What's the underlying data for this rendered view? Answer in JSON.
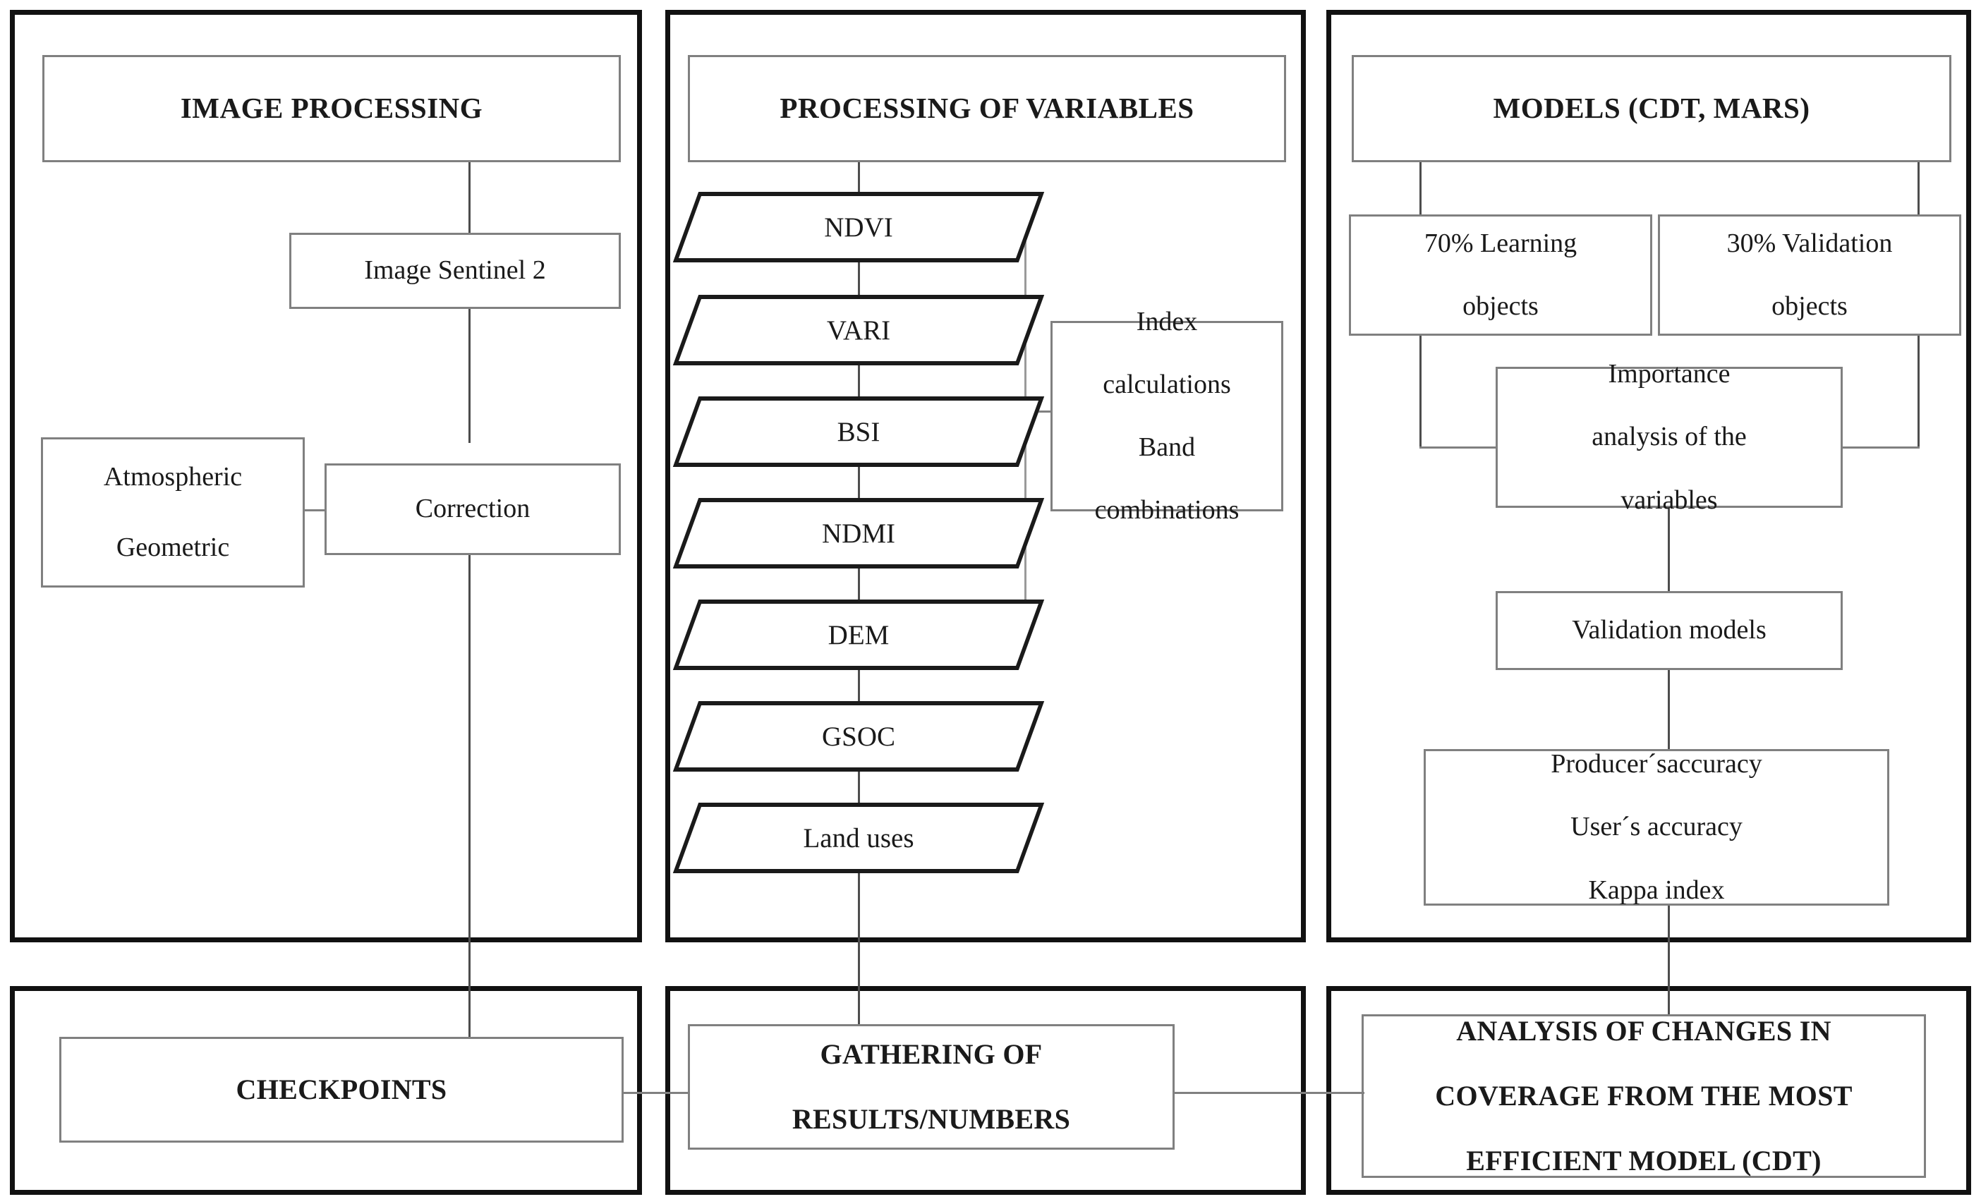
{
  "diagram": {
    "title": "Methodological flowchart",
    "panels": [
      {
        "id": "image-processing",
        "label": "IMAGE PROCESSING"
      },
      {
        "id": "processing-of-variables",
        "label": "PROCESSING OF VARIABLES"
      },
      {
        "id": "models",
        "label": "MODELS (CDT, MARS)"
      }
    ]
  },
  "image_processing": {
    "header": "IMAGE PROCESSING",
    "image_sentinel": "Image Sentinel 2",
    "correction": "Correction",
    "correction_types": {
      "line1": "Atmospheric",
      "line2": "Geometric"
    }
  },
  "processing_variables": {
    "header": "PROCESSING OF VARIABLES",
    "variables": [
      "NDVI",
      "VARI",
      "BSI",
      "NDMI",
      "DEM",
      "GSOC",
      "Land uses"
    ],
    "grouped_variables": [
      "NDVI",
      "VARI",
      "BSI",
      "NDMI"
    ],
    "index_box": {
      "line1": "Index",
      "line2": "calculations",
      "line3": "Band",
      "line4": "combinations"
    }
  },
  "models": {
    "header": "MODELS (CDT, MARS)",
    "learning_objects": {
      "line1": "70% Learning",
      "line2": "objects"
    },
    "validation_objects": {
      "line1": "30% Validation",
      "line2": "objects"
    },
    "importance_analysis": {
      "line1": "Importance",
      "line2": "analysis of the",
      "line3": "variables"
    },
    "validation_models": "Validation models",
    "accuracy_metrics": {
      "line1": "Producer´saccuracy",
      "line2": "User´s accuracy",
      "line3": "Kappa index"
    }
  },
  "bottom": {
    "checkpoints": "CHECKPOINTS",
    "gathering": {
      "line1": "GATHERING OF",
      "line2": "RESULTS/NUMBERS"
    },
    "analysis": {
      "line1": "ANALYSIS OF CHANGES IN",
      "line2": "COVERAGE FROM THE MOST",
      "line3": "EFFICIENT MODEL (CDT)"
    }
  },
  "colors": {
    "panel_border": "#111111",
    "node_border": "#808080",
    "shape_border": "#1a1a1a",
    "connector": "#4d4d4d",
    "background": "#ffffff"
  }
}
